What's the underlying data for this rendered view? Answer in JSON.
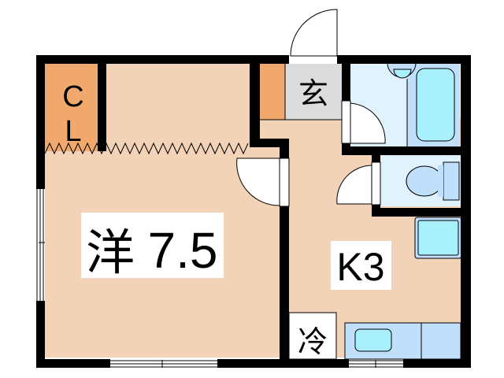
{
  "colors": {
    "wall": "#000000",
    "room_floor": "#f2d3b7",
    "closet": "#f1a86c",
    "entrance": "#dcdcdc",
    "bath_light": "#dff2fd",
    "bath_dark": "#bfdffb",
    "fixture_cyan": "#a8f0fc",
    "white": "#ffffff"
  },
  "rooms": {
    "western_room": {
      "label": "洋7.5",
      "kanji": "洋",
      "size": "7.5"
    },
    "kitchen": {
      "label": "K3"
    },
    "closet": {
      "label_line1": "C",
      "label_line2": "L"
    },
    "entrance": {
      "label": "玄"
    },
    "refrigerator": {
      "label": "冷"
    },
    "bathroom": {
      "label": ""
    },
    "toilet": {
      "label": ""
    },
    "washbasin": {
      "label": ""
    }
  }
}
